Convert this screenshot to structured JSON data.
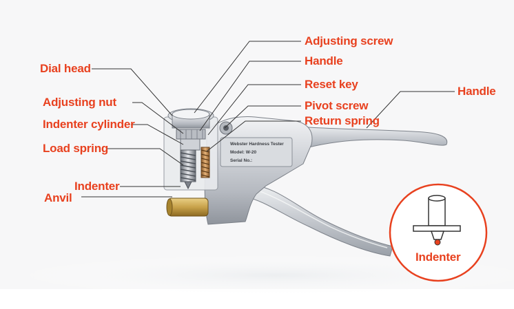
{
  "labels": {
    "dial_head": "Dial head",
    "adjusting_nut": "Adjusting nut",
    "indenter_cylinder": "Indenter cylinder",
    "load_spring": "Load spring",
    "indenter_left": "Indenter",
    "anvil": "Anvil",
    "adjusting_screw": "Adjusting screw",
    "handle_top": "Handle",
    "reset_key": "Reset key",
    "pivot_screw": "Pivot screw",
    "return_spring": "Return spring",
    "handle_right": "Handle",
    "indenter_inset": "Indenter"
  },
  "nameplate": {
    "line1": "Webster Hardness Tester",
    "line2": "Model: W-20",
    "line3": "Serial No.:"
  },
  "colors": {
    "label": "#e8411f",
    "leader": "#333333",
    "metal": "#c9ccd1",
    "brass": "#c8a24a",
    "inset_ring": "#e8411f"
  }
}
